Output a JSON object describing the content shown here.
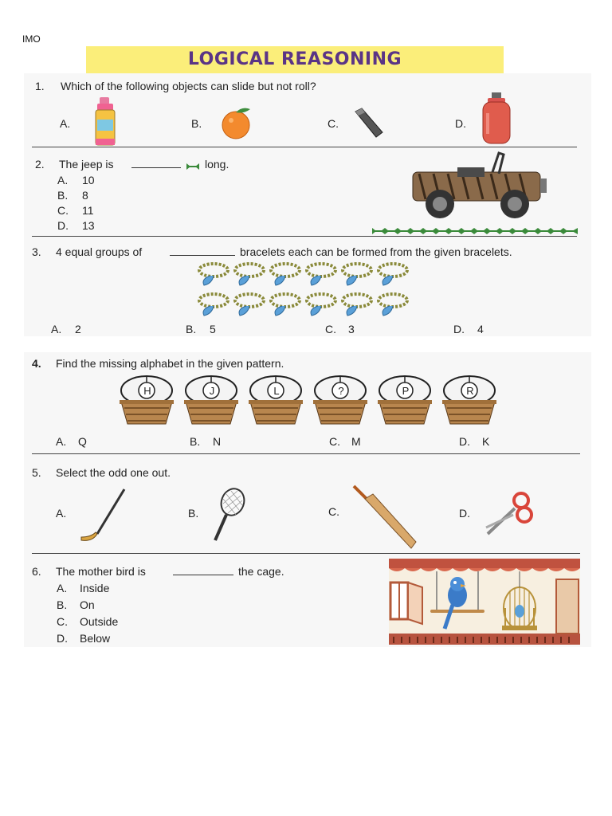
{
  "header": {
    "tag": "IMO",
    "title": "LOGICAL REASONING"
  },
  "q1": {
    "num": "1.",
    "text": "Which of the following objects can slide but not roll?",
    "options": [
      {
        "letter": "A.",
        "icon": "bottle-icon"
      },
      {
        "letter": "B.",
        "icon": "orange-icon"
      },
      {
        "letter": "C.",
        "icon": "eraser-icon"
      },
      {
        "letter": "D.",
        "icon": "gas-cylinder-icon"
      }
    ]
  },
  "q2": {
    "num": "2.",
    "text_pre": "The jeep is",
    "text_post": "long.",
    "options": [
      {
        "letter": "A.",
        "value": "10"
      },
      {
        "letter": "B.",
        "value": "8"
      },
      {
        "letter": "C.",
        "value": "11"
      },
      {
        "letter": "D.",
        "value": "13"
      }
    ]
  },
  "q3": {
    "num": "3.",
    "text_pre": "4 equal groups of",
    "text_post": "bracelets each can be formed from the given bracelets.",
    "options": [
      {
        "letter": "A.",
        "value": "2"
      },
      {
        "letter": "B.",
        "value": "5"
      },
      {
        "letter": "C.",
        "value": "3"
      },
      {
        "letter": "D.",
        "value": "4"
      }
    ]
  },
  "q4": {
    "num": "4.",
    "text": "Find the missing alphabet in the given pattern.",
    "baskets": [
      "H",
      "J",
      "L",
      "?",
      "P",
      "R"
    ],
    "options": [
      {
        "letter": "A.",
        "value": "Q"
      },
      {
        "letter": "B.",
        "value": "N"
      },
      {
        "letter": "C.",
        "value": "M"
      },
      {
        "letter": "D.",
        "value": "K"
      }
    ]
  },
  "q5": {
    "num": "5.",
    "text": "Select the odd one out.",
    "options": [
      {
        "letter": "A.",
        "icon": "hockey-stick-icon"
      },
      {
        "letter": "B.",
        "icon": "tennis-racket-icon"
      },
      {
        "letter": "C.",
        "icon": "cricket-bat-icon"
      },
      {
        "letter": "D.",
        "icon": "scissors-icon"
      }
    ]
  },
  "q6": {
    "num": "6.",
    "text_pre": "The mother bird is",
    "text_post": "the cage.",
    "options": [
      {
        "letter": "A.",
        "value": "Inside"
      },
      {
        "letter": "B.",
        "value": "On"
      },
      {
        "letter": "C.",
        "value": "Outside"
      },
      {
        "letter": "D.",
        "value": "Below"
      }
    ]
  },
  "colors": {
    "banner": "#fbee7a",
    "title": "#5a3486",
    "panel": "#f7f7f7"
  }
}
